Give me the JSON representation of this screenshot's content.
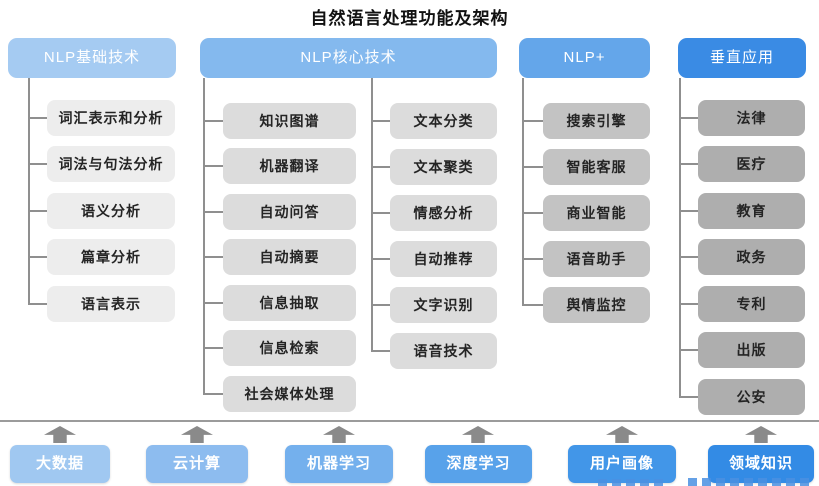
{
  "title": "自然语言处理功能及架构",
  "columns": [
    {
      "header": "NLP基础技术",
      "header_color": "#a5cbf2",
      "item_color": "#ededed",
      "items": [
        "词汇表示和分析",
        "词法与句法分析",
        "语义分析",
        "篇章分析",
        "语言表示"
      ]
    },
    {
      "header": "NLP核心技术",
      "header_color": "#84b9ee",
      "item_color": "#dcdcdc",
      "sub_columns": [
        [
          "知识图谱",
          "机器翻译",
          "自动问答",
          "自动摘要",
          "信息抽取",
          "信息检索",
          "社会媒体处理"
        ],
        [
          "文本分类",
          "文本聚类",
          "情感分析",
          "自动推荐",
          "文字识别",
          "语音技术"
        ]
      ]
    },
    {
      "header": "NLP+",
      "header_color": "#64a6ea",
      "item_color": "#c3c3c3",
      "items": [
        "搜索引擎",
        "智能客服",
        "商业智能",
        "语音助手",
        "舆情监控"
      ]
    },
    {
      "header": "垂直应用",
      "header_color": "#3a8be4",
      "item_color": "#aeaeae",
      "items": [
        "法律",
        "医疗",
        "教育",
        "政务",
        "专利",
        "出版",
        "公安"
      ]
    }
  ],
  "foundation": {
    "items": [
      {
        "label": "大数据",
        "color": "#a0c8f1"
      },
      {
        "label": "云计算",
        "color": "#8dbcef"
      },
      {
        "label": "机器学习",
        "color": "#74b0ed"
      },
      {
        "label": "深度学习",
        "color": "#58a2ea"
      },
      {
        "label": "用户画像",
        "color": "#4296e8"
      },
      {
        "label": "领域知识",
        "color": "#338be5"
      }
    ]
  },
  "connector_color": "#8f8f8f",
  "arrow_color": "#8a8a8a"
}
